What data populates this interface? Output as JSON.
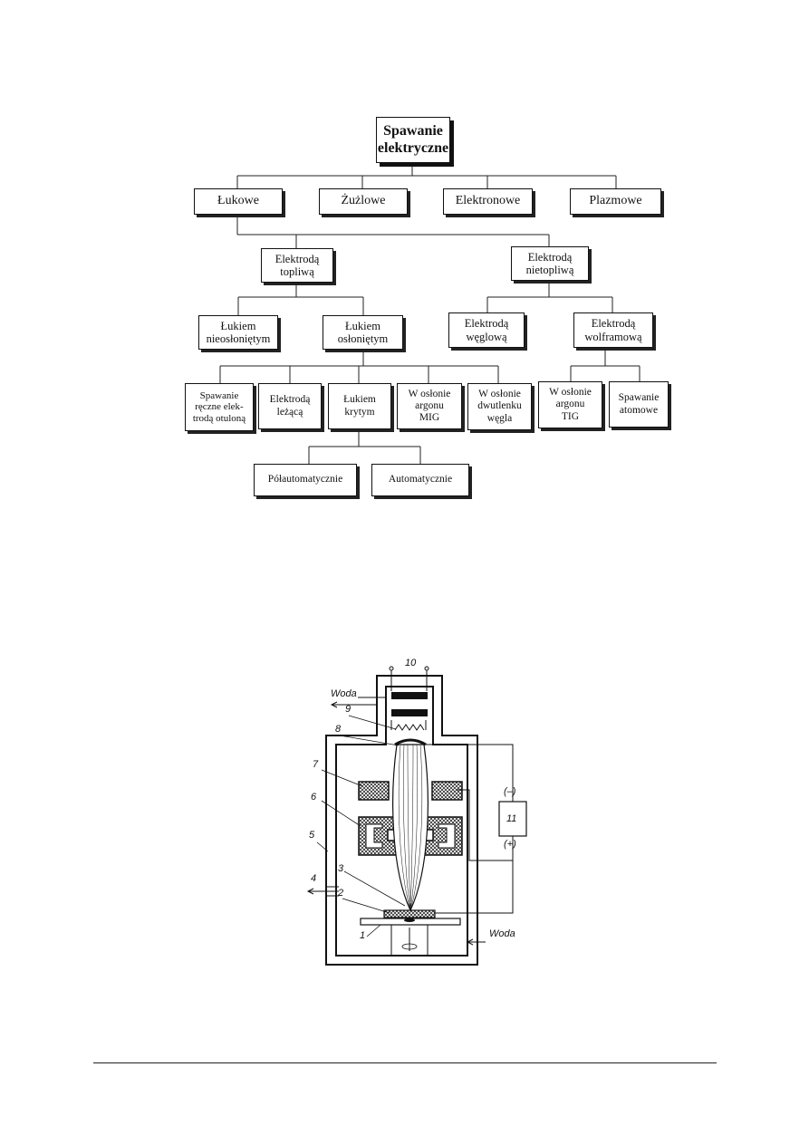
{
  "tree": {
    "root": "Spawanie\nelektryczne",
    "level1": [
      "Łukowe",
      "Żużlowe",
      "Elektronowe",
      "Plazmowe"
    ],
    "level2": [
      "Elektrodą\ntopliwą",
      "Elektrodą\nnietopliwą"
    ],
    "level3": [
      "Łukiem\nnieosłoniętym",
      "Łukiem\nosłoniętym",
      "Elektrodą\nwęglową",
      "Elektrodą\nwolframową"
    ],
    "level4": [
      "Spawanie\nręczne elek-\ntrodą otuloną",
      "Elektrodą\nleżącą",
      "Łukiem\nkrytym",
      "W osłonie\nargonu\nMIG",
      "W osłonie\ndwutlenku\nwęgla",
      "W osłonie\nargonu\nTIG",
      "Spawanie\natomowe"
    ],
    "level5": [
      "Półautomatycznie",
      "Automatycznie"
    ]
  },
  "device": {
    "water_label_top": "Woda",
    "water_label_bottom": "Woda",
    "minus_label": "(–)",
    "plus_label": "(+)",
    "numbers": [
      "1",
      "2",
      "3",
      "4",
      "5",
      "6",
      "7",
      "8",
      "9",
      "10",
      "11"
    ]
  }
}
